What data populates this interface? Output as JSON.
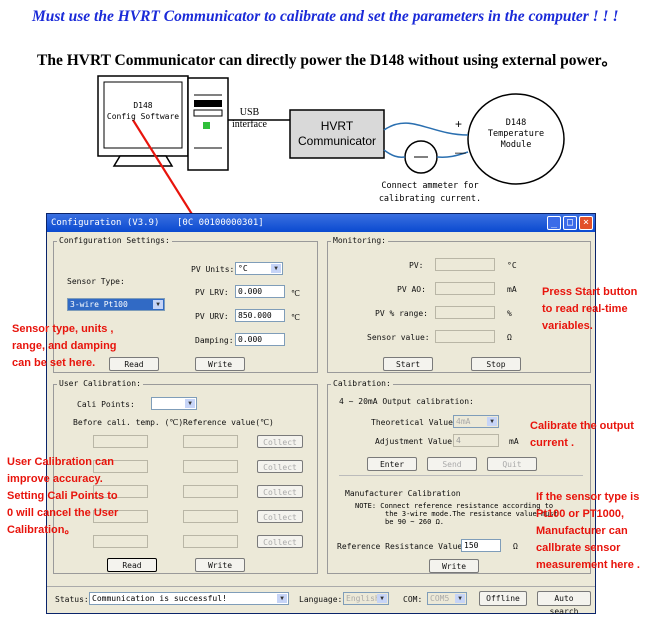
{
  "doc": {
    "warning": "Must use the HVRT Communicator to calibrate and set the parameters in the computer ! ! !",
    "power_note": "The HVRT Communicator can directly power the D148 without using external power。"
  },
  "diagram": {
    "pc_label_line1": "D148",
    "pc_label_line2": "Config Software",
    "usb_line1": "USB",
    "usb_line2": "interface",
    "communicator_line1": "HVRT",
    "communicator_line2": "Communicator",
    "module_line1": "D148",
    "module_line2": "Temperature",
    "module_line3": "Module",
    "plus": "+",
    "minus": "—",
    "ammeter_line1": "Connect ammeter for",
    "ammeter_line2": "calibrating current."
  },
  "window": {
    "title": "Configuration (V3.9)",
    "serial": "[0C  00100000301]",
    "minimize": "_",
    "maximize": "□",
    "close": "×"
  },
  "config": {
    "group_label": "Configuration Settings:",
    "sensor_type_label": "Sensor Type:",
    "sensor_type_value": "3-wire Pt100",
    "pv_units_label": "PV Units:",
    "pv_units_value": "°C",
    "pv_lrv_label": "PV  LRV:",
    "pv_lrv_value": "0.000",
    "pv_lrv_unit": "℃",
    "pv_urv_label": "PV  URV:",
    "pv_urv_value": "850.000",
    "pv_urv_unit": "℃",
    "damping_label": "Damping:",
    "damping_value": "0.000",
    "read": "Read",
    "write": "Write"
  },
  "monitoring": {
    "group_label": "Monitoring:",
    "pv_label": "PV:",
    "pv_unit": "°C",
    "pv_ao_label": "PV AO:",
    "pv_ao_unit": "mA",
    "pv_range_label": "PV % range:",
    "pv_range_unit": "%",
    "sensor_value_label": "Sensor value:",
    "sensor_value_unit": "Ω",
    "start": "Start",
    "stop": "Stop"
  },
  "user_cal": {
    "group_label": "User Calibration:",
    "cali_points_label": "Cali  Points:",
    "before_header": "Before cali. temp. (℃)",
    "reference_header": "Reference value(℃)",
    "collect": "Collect",
    "read": "Read",
    "write": "Write"
  },
  "calibration": {
    "group_label": "Calibration:",
    "subtitle": "4 ~ 20mA Output calibration:",
    "theoretical_label": "Theoretical Value:",
    "theoretical_value": "4mA",
    "adjustment_label": "Adjustment Value:",
    "adjustment_value": "4",
    "adjustment_unit": "mA",
    "enter": "Enter",
    "send": "Send",
    "quit": "Quit",
    "manufacturer_title": "Manufacturer Calibration",
    "note_line1": "NOTE: Connect reference resistance according to",
    "note_line2": "the 3-wire mode.The resistance value must",
    "note_line3": "be 90 ~ 260 Ω.",
    "ref_res_label": "Reference Resistance Value:",
    "ref_res_value": "150",
    "ref_res_unit": "Ω",
    "write": "Write"
  },
  "statusbar": {
    "status_label": "Status:",
    "status_value": "Communication is successful!",
    "language_label": "Language:",
    "language_value": "English",
    "com_label": "COM:",
    "com_value": "COM5",
    "offline": "Offline",
    "auto_search": "Auto search"
  },
  "annotations": {
    "sensor_line1": "Sensor type, units ,",
    "sensor_line2": "range, and damping",
    "sensor_line3": "can be set here.",
    "start_line1": "Press Start button",
    "start_line2": "to   read real-time",
    "start_line3": "variables.",
    "usercal_line1": "User Calibration can",
    "usercal_line2": "improve accuracy.",
    "usercal_line3": "Setting Cali Points to",
    "usercal_line4": "0 will cancel the User",
    "usercal_line5": "Calibration。",
    "output_line1": "Calibrate the output",
    "output_line2": "current .",
    "mfr_line1": "If the sensor type is",
    "mfr_line2": "Pt100   or   PT1000,",
    "mfr_line3": "Manufacturer     can",
    "mfr_line4": "callbrate     sensor",
    "mfr_line5": "measurement here ."
  },
  "colors": {
    "warning_text": "#1a2ad8",
    "annotation_text": "#e8140c",
    "window_bg": "#ece9d8",
    "titlebar": "#0a4ad0",
    "diagram_lines": "#2a6fb0"
  }
}
